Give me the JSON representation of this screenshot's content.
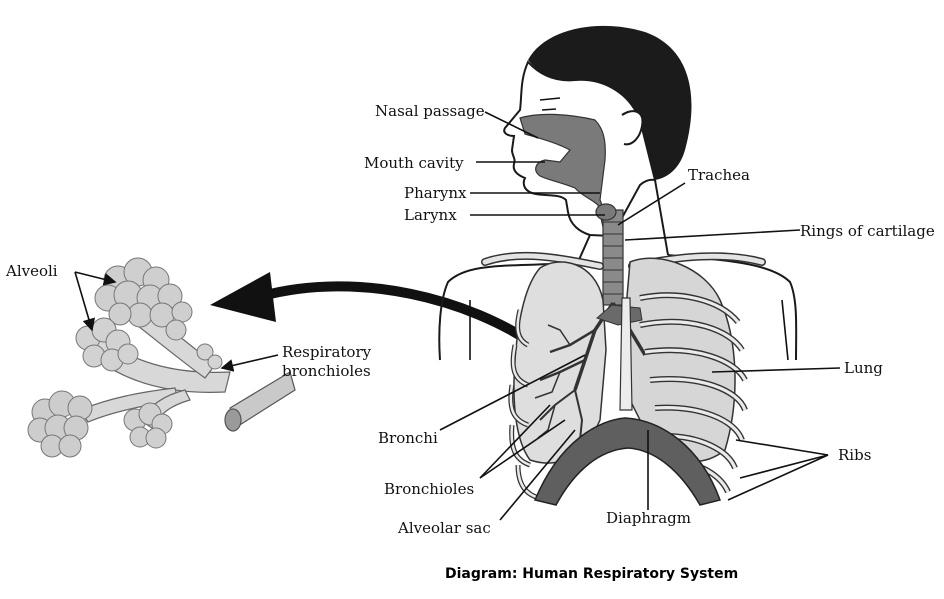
{
  "caption": "Diagram: Human Respiratory System",
  "labels": {
    "alveoli": "Alveoli",
    "respiratory_bronchioles_1": "Respiratory",
    "respiratory_bronchioles_2": "bronchioles",
    "nasal_passage": "Nasal passage",
    "mouth_cavity": "Mouth cavity",
    "pharynx": "Pharynx",
    "larynx": "Larynx",
    "trachea": "Trachea",
    "rings_of_cartilage": "Rings of cartilage",
    "lung": "Lung",
    "ribs": "Ribs",
    "bronchi": "Bronchi",
    "bronchioles": "Bronchioles",
    "alveolar_sac": "Alveolar sac",
    "diaphragm": "Diaphragm"
  }
}
